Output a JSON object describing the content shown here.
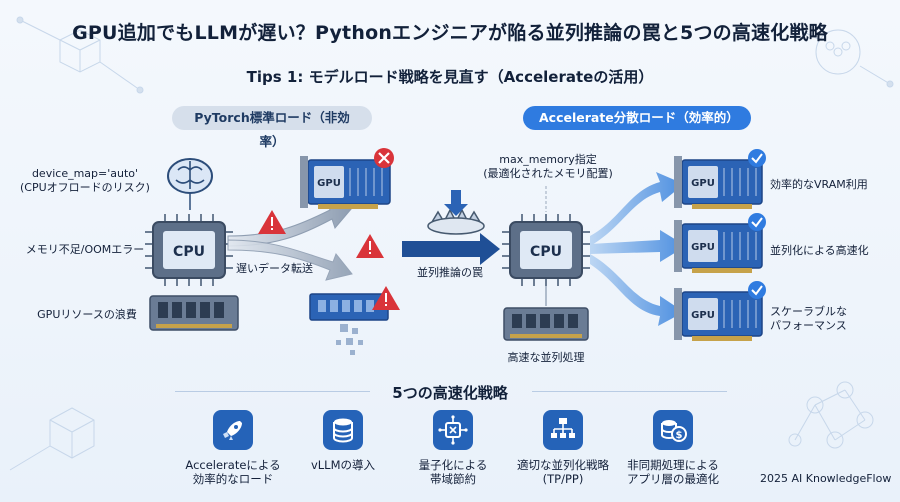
{
  "title": "GPU追加でもLLMが遅い？Pythonエンジニアが陥る並列推論の罠と5つの高速化戦略",
  "subtitle": "Tips 1: モデルロード戦略を見直す（Accelerateの活用）",
  "left_panel": {
    "header": "PyTorch標準ロード（非効率）",
    "device_map_line1": "device_map='auto'",
    "device_map_line2": "(CPUオフロードのリスク)",
    "oom_label": "メモリ不足/OOMエラー",
    "waste_label": "GPUリソースの浪費",
    "slow_transfer_label": "遅いデータ転送",
    "cpu_label": "CPU",
    "gpu_label": "GPU"
  },
  "middle": {
    "trap_label": "並列推論の罠"
  },
  "right_panel": {
    "header": "Accelerate分散ロード（効率的）",
    "max_memory_line1": "max_memory指定",
    "max_memory_line2": "(最適化されたメモリ配置)",
    "fast_parallel_label": "高速な並列処理",
    "cpu_label": "CPU",
    "gpu_label": "GPU",
    "benefit_1": "効率的なVRAM利用",
    "benefit_2": "並列化による高速化",
    "benefit_3_line1": "スケーラブルな",
    "benefit_3_line2": "パフォーマンス"
  },
  "strategies": {
    "title": "5つの高速化戦略",
    "items": [
      {
        "line1": "Accelerateによる",
        "line2": "効率的なロード",
        "icon": "rocket-icon"
      },
      {
        "line1": "vLLMの導入",
        "line2": "",
        "icon": "database-icon"
      },
      {
        "line1": "量子化による",
        "line2": "帯域節約",
        "icon": "chip-icon"
      },
      {
        "line1": "適切な並列化戦略",
        "line2": "(TP/PP)",
        "icon": "hierarchy-icon"
      },
      {
        "line1": "非同期処理による",
        "line2": "アプリ層の最適化",
        "icon": "coins-icon"
      }
    ]
  },
  "footer": "2025 AI KnowledgeFlow",
  "colors": {
    "accent": "#2f7be0",
    "dark_blue": "#1f4f96",
    "warning_red": "#d9343a",
    "chip_gray": "#5c6f88",
    "pale_blue": "#d6dfeb"
  }
}
